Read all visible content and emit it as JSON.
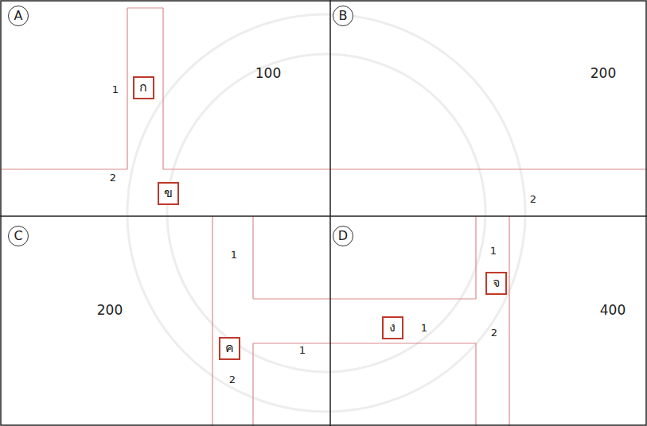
{
  "diagram": {
    "nodes": [
      {
        "text": [
          "A"
        ]
      },
      {
        "text": [
          "B"
        ]
      },
      {
        "text": [
          "ก"
        ]
      },
      {
        "text": [
          "ข"
        ]
      },
      {
        "text": [
          "C"
        ]
      },
      {
        "text": [
          "D"
        ]
      },
      {
        "text": [
          "จ"
        ]
      },
      {
        "text": [
          "ง"
        ]
      },
      {
        "text": [
          "ค"
        ]
      }
    ],
    "labels": [
      "1",
      "100",
      "200",
      "2",
      "2",
      "1",
      "1",
      "200",
      "1",
      "1",
      "2",
      "2",
      "400"
    ]
  }
}
